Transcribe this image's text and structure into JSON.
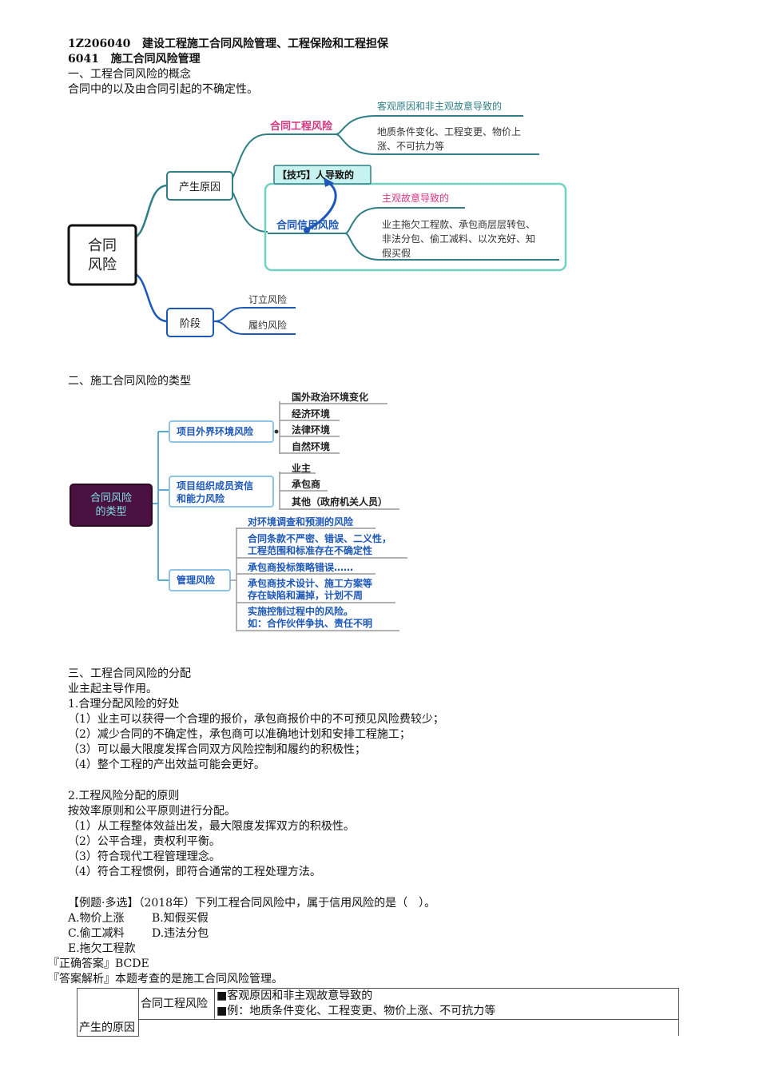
{
  "header": {
    "code": "1Z206040",
    "title": "建设工程施工合同风险管理、工程保险和工程担保",
    "sub_code": "6041",
    "sub_title": "施工合同风险管理"
  },
  "s1": {
    "heading": "一、工程合同风险的概念",
    "text": "合同中的以及由合同引起的不确定性。",
    "map": {
      "center": [
        "合同",
        "风险"
      ],
      "cause": "产生原因",
      "stage": "阶段",
      "engineering_risk": "合同工程风险",
      "objective": "客观原因和非主观故意导致的",
      "objective_examples": [
        "地质条件变化、工程变更、物价上",
        "涨、不可抗力等"
      ],
      "tip": "【技巧】人导致的",
      "credit_risk": "合同信用风险",
      "subjective": "主观故意导致的",
      "subjective_examples": [
        "业主拖欠工程款、承包商层层转包、",
        "非法分包、偷工减料、以次充好、知",
        "假买假"
      ],
      "sign_risk": "订立风险",
      "perform_risk": "履约风险"
    }
  },
  "s2": {
    "heading": "二、施工合同风险的类型",
    "map": {
      "center": [
        "合同风险",
        "的类型"
      ],
      "env": "项目外界环境风险",
      "env_items": [
        "国外政治环境变化",
        "经济环境",
        "法律环境",
        "自然环境"
      ],
      "org": [
        "项目组织成员资信",
        "和能力风险"
      ],
      "org_items": [
        "业主",
        "承包商",
        "其他（政府机关人员）"
      ],
      "mgmt": "管理风险",
      "mgmt_items": [
        [
          "对环境调查和预测的风险"
        ],
        [
          "合同条款不严密、错误、二义性，",
          "工程范围和标准存在不确定性"
        ],
        [
          "承包商投标策略错误……"
        ],
        [
          "承包商技术设计、施工方案等",
          "存在缺陷和漏掉，计划不周"
        ],
        [
          "实施控制过程中的风险。",
          "如：合作伙伴争执、责任不明"
        ]
      ]
    }
  },
  "s3": {
    "heading": "三、工程合同风险的分配",
    "lead": "业主起主导作用。",
    "benefit_title": "1.合理分配风险的好处",
    "benefits": [
      "（1）业主可以获得一个合理的报价，承包商报价中的不可预见风险费较少；",
      "（2）减少合同的不确定性，承包商可以准确地计划和安排工程施工；",
      "（3）可以最大限度发挥合同双方风险控制和履约的积极性；",
      "（4）整个工程的产出效益可能会更好。"
    ],
    "principle_title": "2.工程风险分配的原则",
    "principle_lead": "按效率原则和公平原则进行分配。",
    "principles": [
      "（1）从工程整体效益出发，最大限度发挥双方的积极性。",
      "（2）公平合理，责权利平衡。",
      "（3）符合现代工程管理理念。",
      "（4）符合工程惯例，即符合通常的工程处理方法。"
    ]
  },
  "example": {
    "question": "【例题·多选】（2018年）下列工程合同风险中，属于信用风险的是（　）。",
    "options": [
      "A.物价上涨",
      "B.知假买假",
      "C.偷工减料",
      "D.违法分包",
      "E.拖欠工程款"
    ],
    "answer": "『正确答案』BCDE",
    "analysis": "『答案解析』本题考查的是施工合同风险管理。"
  },
  "table": {
    "col1": "产生的原因",
    "col2": "合同工程风险",
    "line1": "■客观原因和非主观故意导致的",
    "line2": "■例：地质条件变化、工程变更、物价上涨、不可抗力等"
  },
  "colors": {
    "teal": "#2f7f86",
    "blue": "#1d58b8",
    "pink": "#d4367f",
    "box_green": "#6fd1c0",
    "tip_bg": "#c8f2ef",
    "dark_box": "#4a1040"
  }
}
